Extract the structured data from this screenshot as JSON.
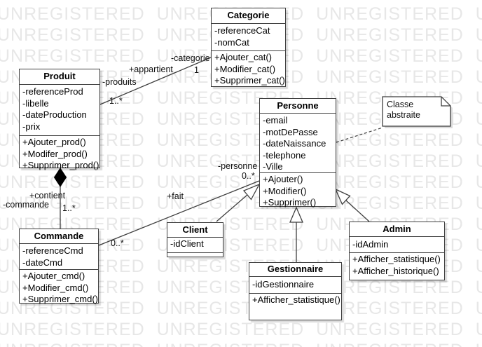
{
  "watermark": {
    "line": "UNREGISTERED UNREGISTERED UNREGISTERED UNREG",
    "color": "#e7e7e7"
  },
  "colors": {
    "box_border": "#3f3f3f",
    "box_fill": "#ffffff",
    "text": "#000000",
    "composition_diamond": "#000000"
  },
  "classes": [
    {
      "title": "Categorie",
      "attributes": [
        "-referenceCat",
        "-nomCat"
      ],
      "methods": [
        "+Ajouter_cat()",
        "+Modifier_cat()",
        "+Supprimer_cat()"
      ]
    },
    {
      "title": "Produit",
      "attributes": [
        "-referenceProd",
        "-libelle",
        "-dateProduction",
        "-prix"
      ],
      "methods": [
        "+Ajouter_prod()",
        "+Modifer_prod()",
        "+Supprimer_prod()"
      ]
    },
    {
      "title": "Personne",
      "attributes": [
        "-email",
        "-motDePasse",
        "-dateNaissance",
        "-telephone",
        "-Ville"
      ],
      "methods": [
        "+Ajouter()",
        "+Modifier()",
        "+Supprimer()"
      ]
    },
    {
      "title": "Commande",
      "attributes": [
        "-referenceCmd",
        "-dateCmd"
      ],
      "methods": [
        "+Ajouter_cmd()",
        "+Modifier_cmd()",
        "+Supprimer_cmd()"
      ]
    },
    {
      "title": "Client",
      "attributes": [
        "-idClient"
      ],
      "methods": []
    },
    {
      "title": "Gestionnaire",
      "attributes": [
        "-idGestionnaire"
      ],
      "methods": [
        "+Afficher_statistique()"
      ]
    },
    {
      "title": "Admin",
      "attributes": [
        "-idAdmin"
      ],
      "methods": [
        "+Afficher_statistique()",
        "+Afficher_historique()"
      ]
    }
  ],
  "relations": {
    "appartient": {
      "name": "+appartient",
      "source_role": "-produits",
      "source_mult": "1..*",
      "target_role": "-categorie",
      "target_mult": "1"
    },
    "contient": {
      "name": "+contient",
      "role": "-commande",
      "mult": "1..*"
    },
    "fait": {
      "name": "+fait",
      "source_mult": "0..*",
      "target_role": "-personne",
      "target_mult": "0..*"
    }
  },
  "note": {
    "lines": [
      "Classe",
      "abstraite"
    ]
  }
}
